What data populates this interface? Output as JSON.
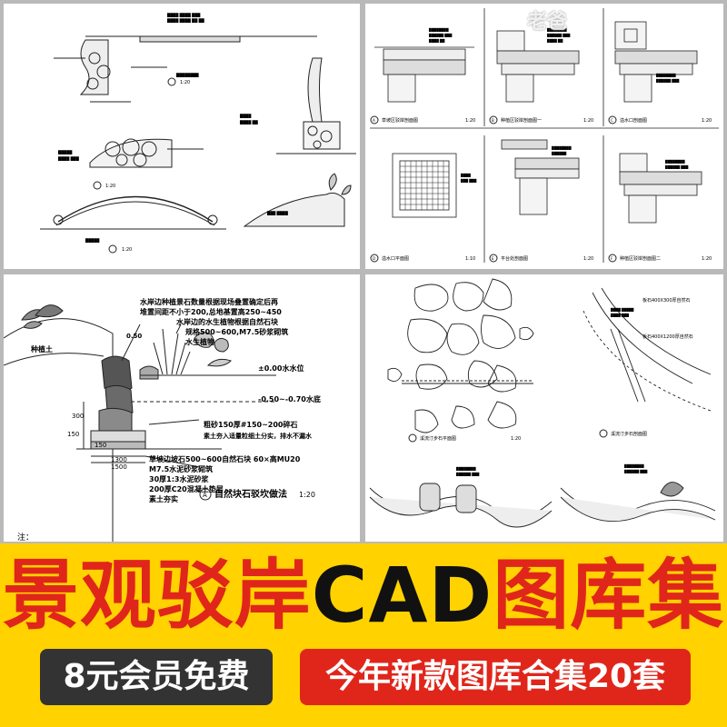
{
  "watermark": "老爸",
  "panel1": {
    "labels": [
      "1:20",
      "1:20",
      "1:20"
    ]
  },
  "panel2": {
    "captions": [
      "草坡区驳岸剖面图",
      "种植区驳岸剖面图一",
      "溢水口剖面图",
      "溢水口平面图",
      "平台处剖面图",
      "种植区驳岸剖面图二"
    ],
    "scales": [
      "1:20",
      "1:20",
      "1:20",
      "1:10",
      "1:20",
      "1:20"
    ],
    "marks": [
      "A",
      "B",
      "C",
      "D",
      "E",
      "F"
    ]
  },
  "panel3": {
    "annotations": [
      "水岸边种植景石数量根据现场叠置确定后再",
      "堆置间距不小于200,总地基置高250~450",
      "水岸边的水生植物根据自然石块",
      "规格500~600,M7.5砂浆砌筑",
      "水生植物",
      "±0.00水水位",
      "-0.50~-0.70水底",
      "粗砂150厚#150~200碎石",
      "素土夯入适量粒细土分实，排水不漏水",
      "草坡边坡石500~600自然石块 60×高MU20",
      "M7.5水泥砂浆砌筑",
      "30厚1:3水泥砂浆",
      "200厚C20混凝土垫层",
      "素土夯实"
    ],
    "left_labels": [
      "种植土"
    ],
    "dims": [
      "150",
      "300",
      "150",
      "1300",
      "1500"
    ],
    "level": "0.50",
    "caption": "自然块石驳坎做法",
    "caption_scale": "1:20",
    "caption_mark": "A",
    "note": "注："
  },
  "panel4": {
    "captions": [
      "溪流汀步石平面图",
      "溪流汀步石剖面图"
    ],
    "scale": "1:20",
    "label_a": "板石400X300厚自然石",
    "label_b": "板石400X1200厚自然石"
  },
  "banner": {
    "title_part1": "景观驳岸",
    "title_cad": "CAD",
    "title_part2": "图库集",
    "pill_left": "8元会员免费",
    "pill_right": "今年新款图库合集20套"
  }
}
